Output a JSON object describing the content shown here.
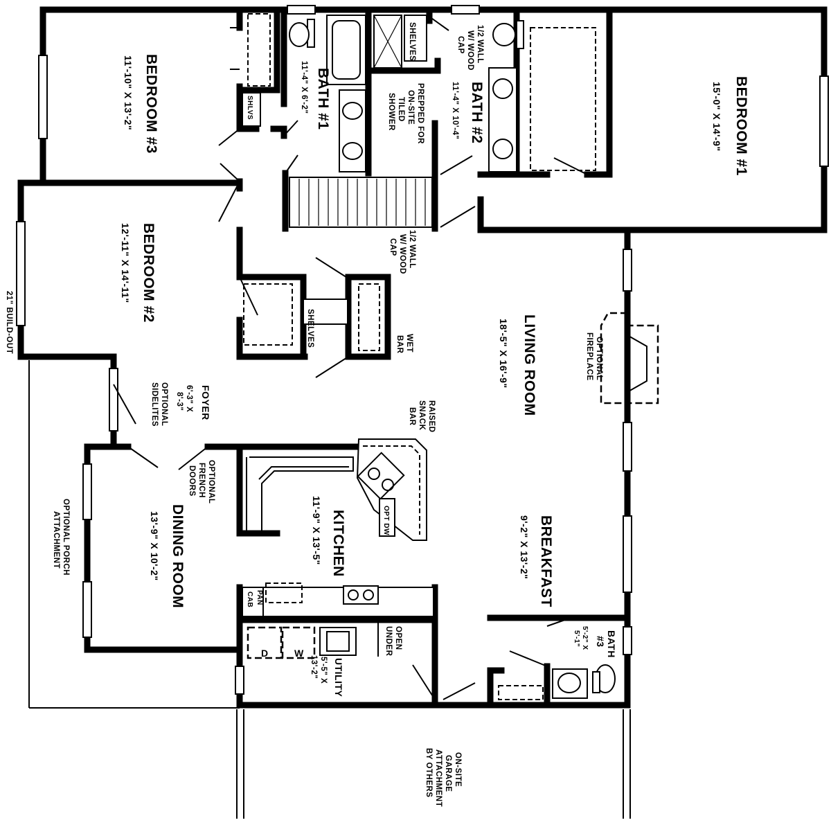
{
  "rooms": {
    "bedroom1": {
      "name": "BEDROOM #1",
      "size": "15'-0\" X 14'-9\""
    },
    "bedroom2": {
      "name": "BEDROOM #2",
      "size": "12'-11\" X 14'-11\""
    },
    "bedroom3": {
      "name": "BEDROOM #3",
      "size": "11'-10\" X 13'-2\""
    },
    "bath1": {
      "name": "BATH #1",
      "size": "11'-4\" X 6'-2\""
    },
    "bath2": {
      "name": "BATH #2",
      "size": "11'-4\" X 10'-4\""
    },
    "bath3": {
      "name": "BATH",
      "num": "#3",
      "size1": "5'-2\" X",
      "size2": "5'-1\""
    },
    "living": {
      "name": "LIVING ROOM",
      "size": "18'-5\" X 16'-9\""
    },
    "kitchen": {
      "name": "KITCHEN",
      "size": "11'-9\" X 13'-5\""
    },
    "breakfast": {
      "name": "BREAKFAST",
      "size": "9'-2\" X 13'-2\""
    },
    "dining": {
      "name": "DINING ROOM",
      "size": "13'-9\" X 10'-2\""
    },
    "foyer": {
      "name": "FOYER",
      "size1": "6'-3\" X",
      "size2": "8'-3\""
    },
    "utility": {
      "name": "UTILITY",
      "size1": "5'-5\" X",
      "size2": "13'-2\""
    }
  },
  "notes": {
    "half_wall_1": [
      "1/2 WALL",
      "W/ WOOD",
      "CAP"
    ],
    "half_wall_2": [
      "1/2 WALL",
      "W/ WOOD",
      "CAP"
    ],
    "shelves_top": "SHELVES",
    "shelves_hall": "SHELVES",
    "shlvs": "SHLVS",
    "shower": [
      "PREPPED FOR",
      "ON-SITE",
      "TILED",
      "SHOWER"
    ],
    "wet_bar": [
      "WET",
      "BAR"
    ],
    "fireplace": [
      "OPTIONAL",
      "FIREPLACE"
    ],
    "snack_bar": [
      "RAISED",
      "SNACK",
      "BAR"
    ],
    "sidelites": [
      "OPTIONAL",
      "SIDELITES"
    ],
    "french_doors": [
      "OPTIONAL",
      "FRENCH",
      "DOORS"
    ],
    "opt_dw": "OPT DW",
    "pan_cab": [
      "PAN",
      "CAB"
    ],
    "open_under": [
      "OPEN",
      "UNDER"
    ],
    "dryer": "D",
    "washer": "W",
    "porch": [
      "OPTIONAL PORCH",
      "ATTACHMENT"
    ],
    "build_out": "21\" BUILD-OUT",
    "garage": [
      "ON-SITE",
      "GARAGE",
      "ATTACHMENT",
      "BY OTHERS"
    ]
  }
}
